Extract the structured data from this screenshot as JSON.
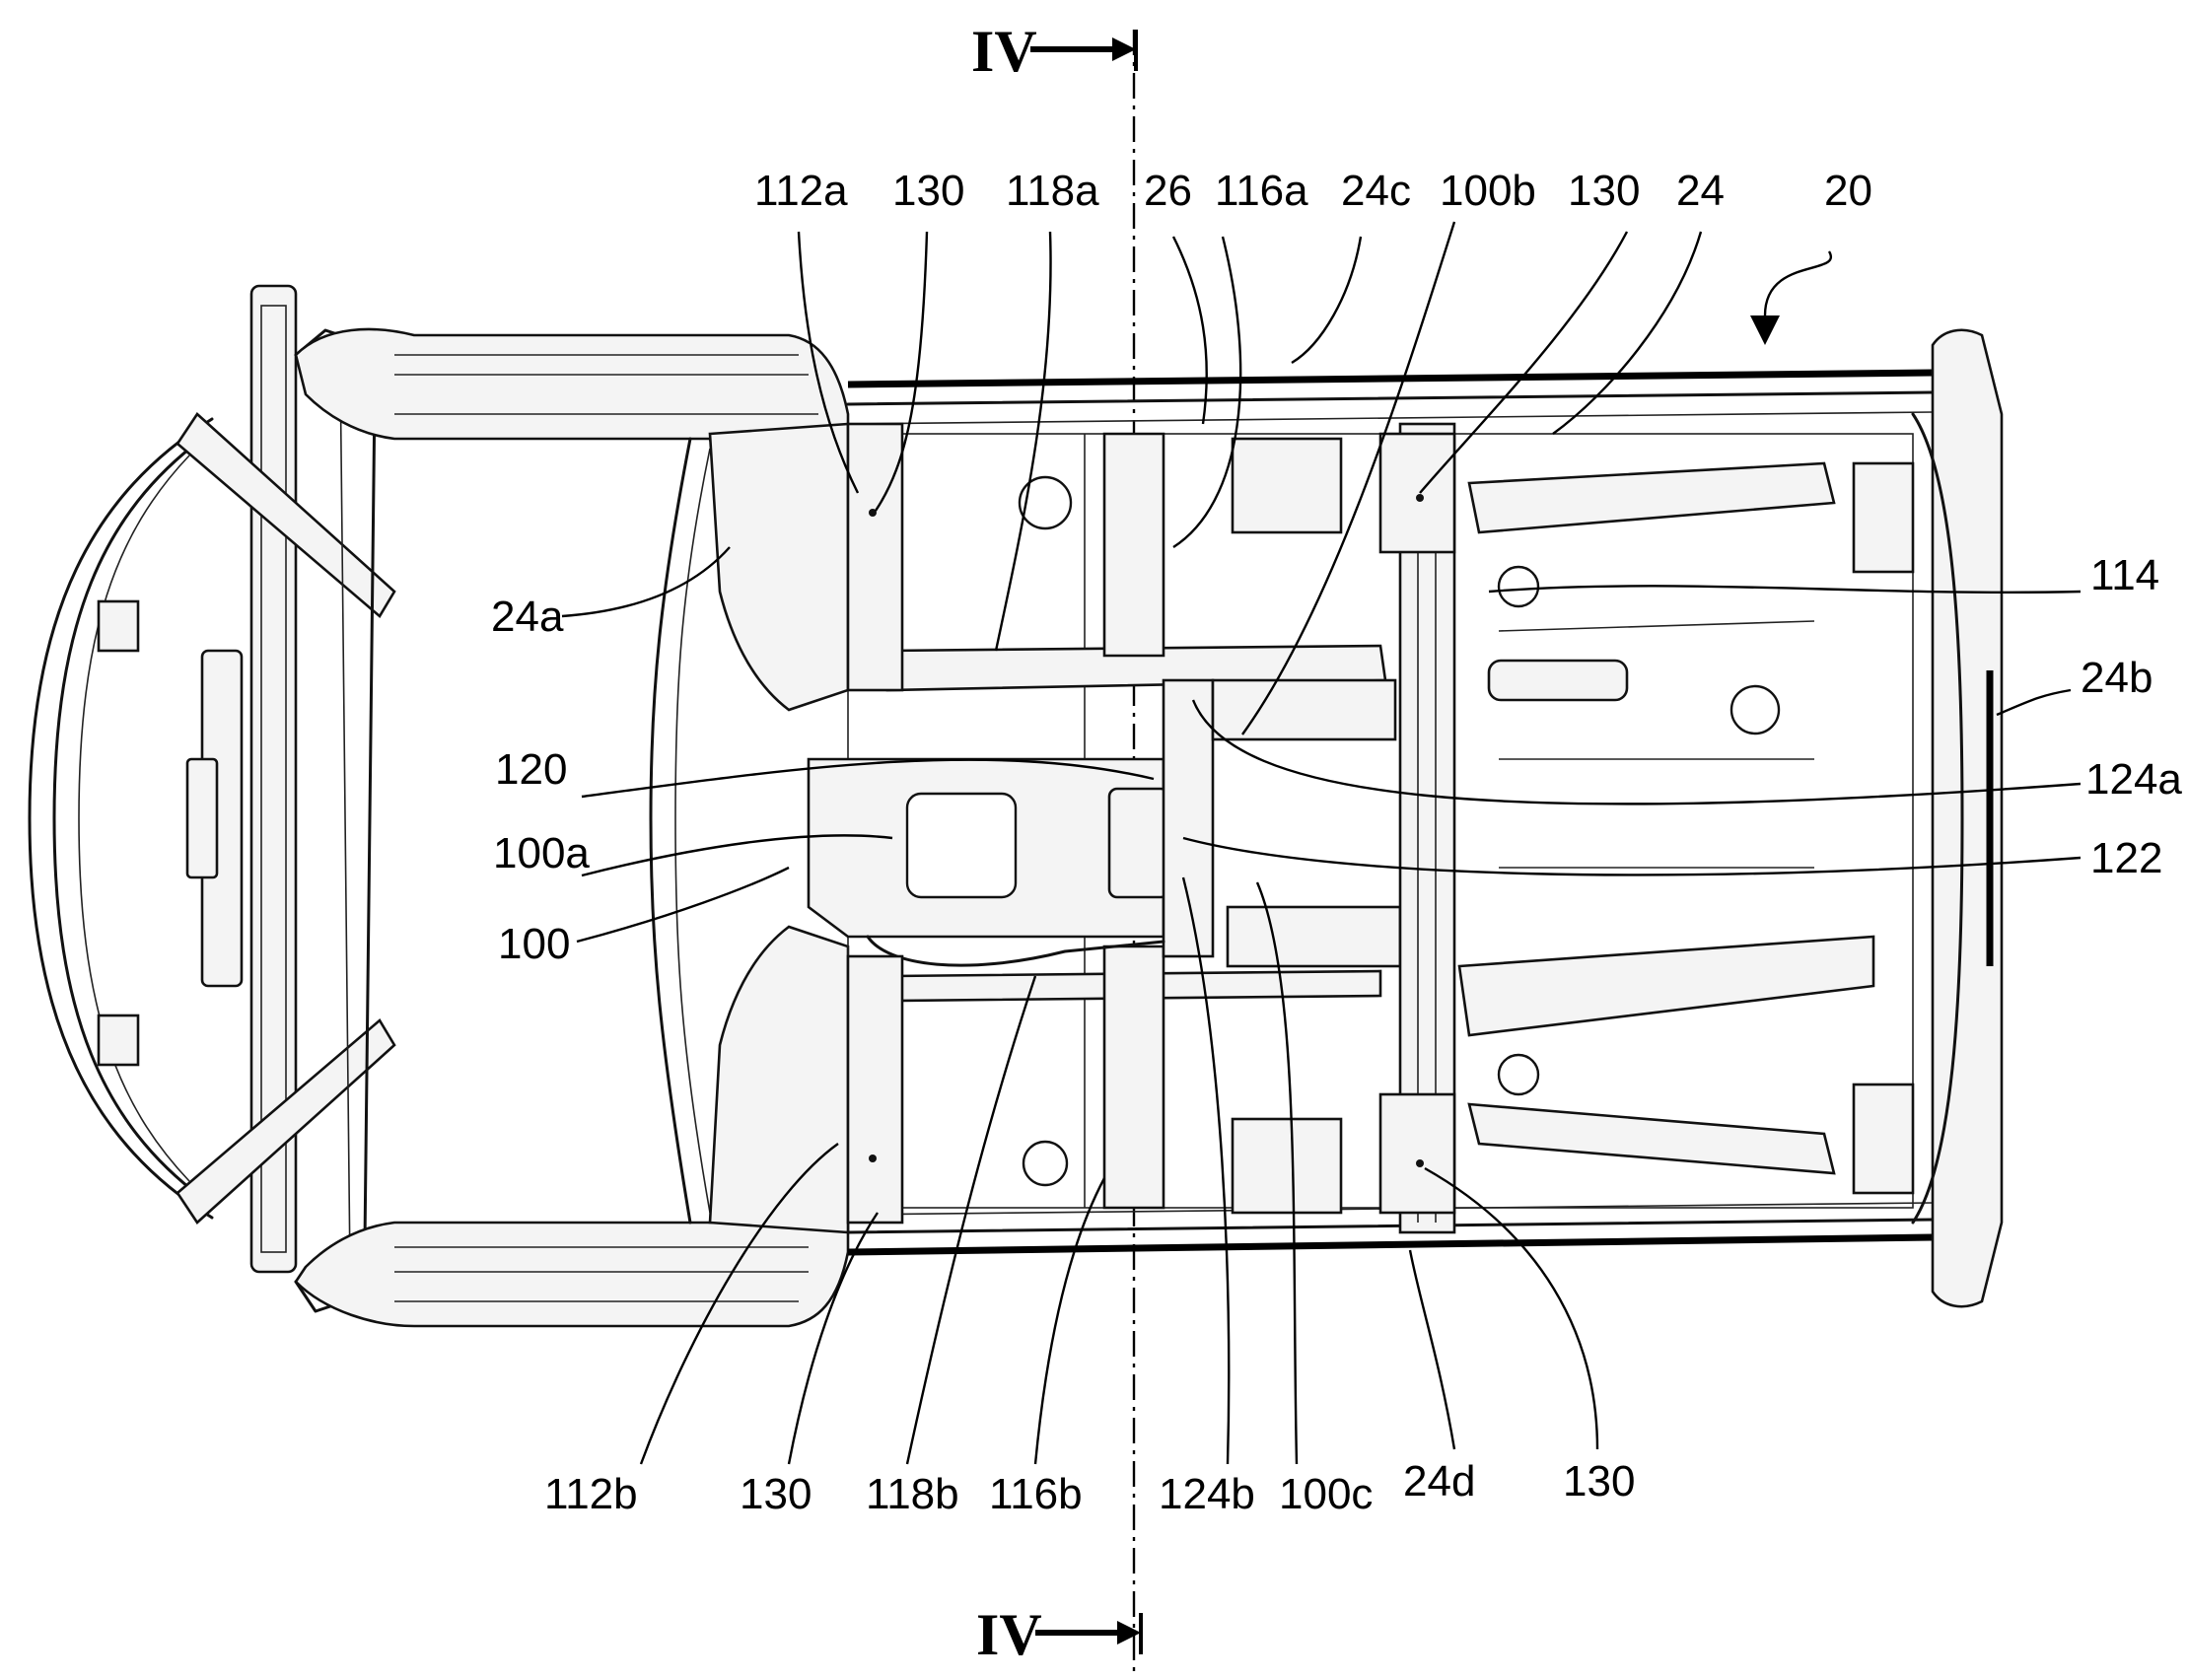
{
  "section_marker": "IV",
  "reference_numerals": {
    "r_112a": "112a",
    "r_130_tl": "130",
    "r_118a": "118a",
    "r_26": "26",
    "r_116a": "116a",
    "r_24c": "24c",
    "r_100b": "100b",
    "r_130_tr": "130",
    "r_24": "24",
    "r_20": "20",
    "r_24a": "24a",
    "r_114": "114",
    "r_24b": "24b",
    "r_120": "120",
    "r_124a": "124a",
    "r_100a": "100a",
    "r_122": "122",
    "r_100": "100",
    "r_112b": "112b",
    "r_130_bl": "130",
    "r_118b": "118b",
    "r_116b": "116b",
    "r_124b": "124b",
    "r_100c": "100c",
    "r_24d": "24d",
    "r_130_br": "130"
  }
}
